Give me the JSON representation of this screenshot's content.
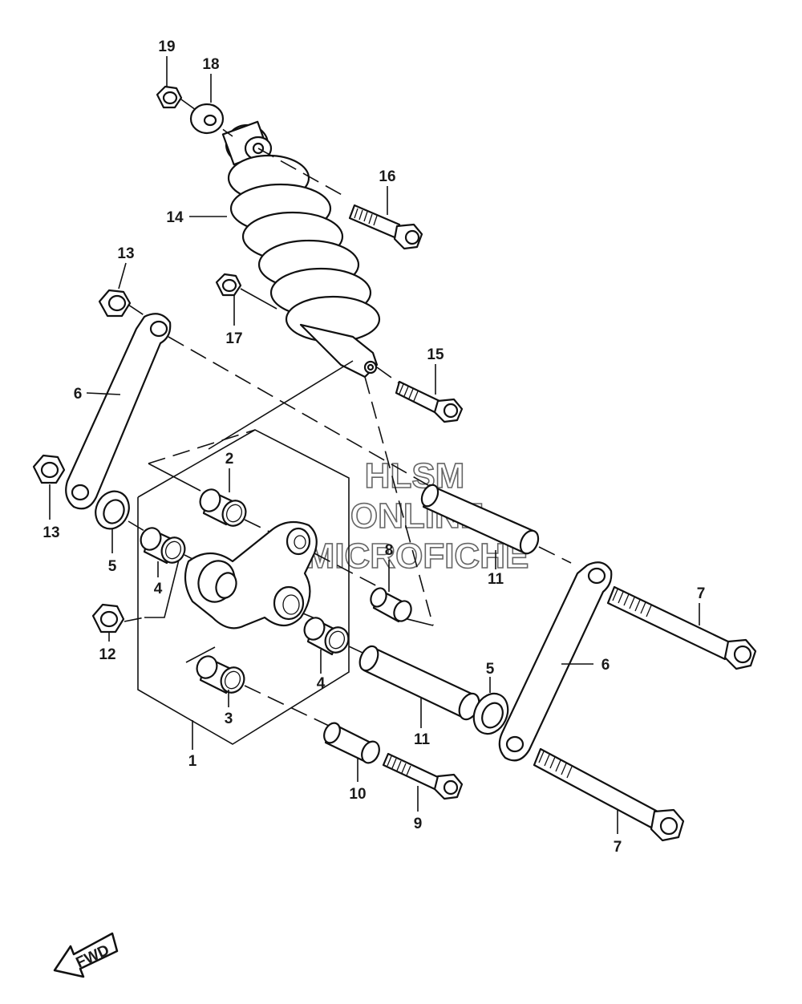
{
  "watermark": {
    "line1": "HLSM",
    "line2": "ONLINE",
    "line3": "MICROFICHE"
  },
  "fwd_label": "FWD",
  "callouts": [
    {
      "id": "c19",
      "text": "19"
    },
    {
      "id": "c18",
      "text": "18"
    },
    {
      "id": "c16",
      "text": "16"
    },
    {
      "id": "c14",
      "text": "14"
    },
    {
      "id": "c13a",
      "text": "13"
    },
    {
      "id": "c17",
      "text": "17"
    },
    {
      "id": "c15",
      "text": "15"
    },
    {
      "id": "c6a",
      "text": "6"
    },
    {
      "id": "c2",
      "text": "2"
    },
    {
      "id": "c13b",
      "text": "13"
    },
    {
      "id": "c5a",
      "text": "5"
    },
    {
      "id": "c8",
      "text": "8"
    },
    {
      "id": "c11a",
      "text": "11"
    },
    {
      "id": "c7a",
      "text": "7"
    },
    {
      "id": "c4a",
      "text": "4"
    },
    {
      "id": "c12",
      "text": "12"
    },
    {
      "id": "c6b",
      "text": "6"
    },
    {
      "id": "c4b",
      "text": "4"
    },
    {
      "id": "c5b",
      "text": "5"
    },
    {
      "id": "c3",
      "text": "3"
    },
    {
      "id": "c11b",
      "text": "11"
    },
    {
      "id": "c1",
      "text": "1"
    },
    {
      "id": "c10",
      "text": "10"
    },
    {
      "id": "c9",
      "text": "9"
    },
    {
      "id": "c7b",
      "text": "7"
    }
  ]
}
